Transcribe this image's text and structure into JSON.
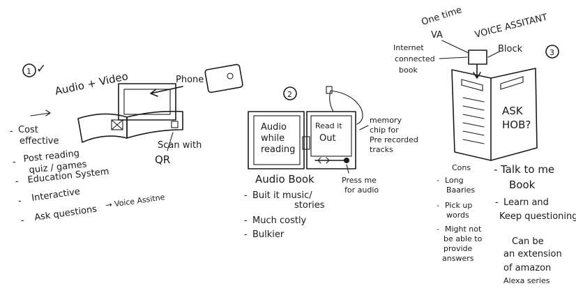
{
  "sketch1": {
    "number": "1",
    "check": "✓",
    "title": "Audio + Video",
    "phone_label": "Phone",
    "scan_label": [
      "Scan with",
      "QR"
    ],
    "bullets": [
      [
        "Cost",
        "effective"
      ],
      [
        "Post reading",
        "quiz / games"
      ],
      [
        "Education System"
      ],
      [
        "Interactive"
      ],
      [
        "Ask questions"
      ]
    ],
    "ask_suffix": "→ Voice Assitne"
  },
  "sketch2": {
    "number": "2",
    "left_page": [
      "Audio",
      "while",
      "reading"
    ],
    "right_page": [
      "Read it",
      "Out"
    ],
    "memory_label": [
      "memory",
      "chip for",
      "Pre recorded",
      "tracks"
    ],
    "press_label": [
      "Press me",
      "for audio"
    ],
    "title": "Audio Book",
    "bullets": [
      [
        "Buit it music/",
        "stories"
      ],
      [
        "Much costly"
      ],
      [
        "Bulkier"
      ]
    ]
  },
  "sketch3": {
    "number": "3",
    "one_time_label": [
      "One time",
      "VA"
    ],
    "voice_label": "VOICE ASSITANT",
    "internet_label": [
      "Internet",
      "connected",
      "book"
    ],
    "block_label": "Block",
    "page_text": [
      "ASK",
      "HOB?"
    ],
    "cons_title": "Cons",
    "cons": [
      [
        "Long",
        "Baaries"
      ],
      [
        "Pick up",
        "words"
      ],
      [
        "Might not",
        "be able to",
        "provide",
        "answers"
      ]
    ],
    "talk_title": [
      "Talk to me",
      "Book"
    ],
    "talk_bullets": [
      [
        "Learn and",
        "Keep questioning"
      ]
    ],
    "extension_note": [
      "Can be",
      "an extension",
      "of amazon",
      "Alexa series"
    ]
  }
}
